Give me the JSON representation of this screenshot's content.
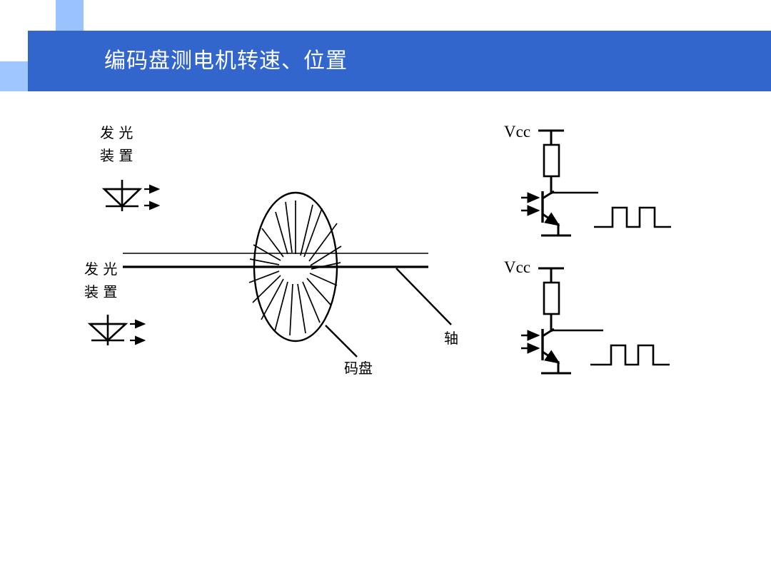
{
  "slide": {
    "background_color": "#ffffff",
    "banner": {
      "title": "编码盘测电机转速、位置",
      "background_color": "#3366cc",
      "text_color": "#ffffff",
      "decoration_colors": [
        "#99c2ff",
        "#a8cbff",
        "#9fc6ff",
        "#6699f2",
        "#6f9ff5"
      ]
    }
  },
  "diagram": {
    "stroke_color": "#000000",
    "labels": {
      "emitter_top_line1": "发 光",
      "emitter_top_line2": "装 置",
      "emitter_bottom_line1": "发 光",
      "emitter_bottom_line2": "装 置",
      "code_disk": "码盘",
      "shaft": "轴",
      "vcc_top": "Vcc",
      "vcc_bottom": "Vcc"
    },
    "components": {
      "code_disk_name": "encoder-disk",
      "radial_slot_count": 20,
      "led_symbol_count": 2,
      "phototransistor_circuit_count": 2,
      "waveform_pulse_count": 2,
      "shaft_line_count": 2
    }
  }
}
